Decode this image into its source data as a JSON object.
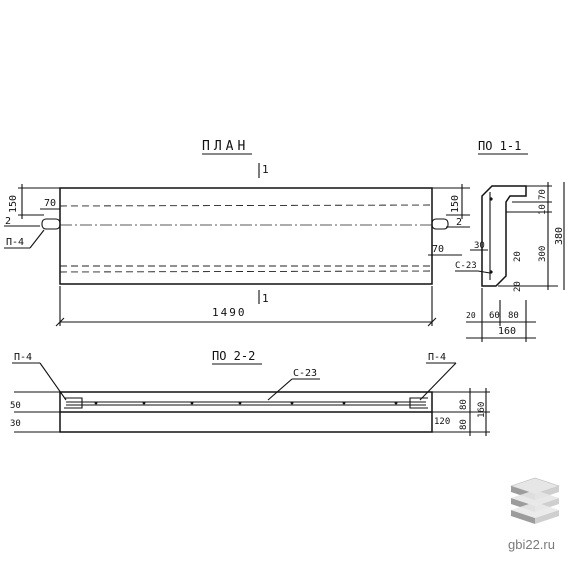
{
  "plan": {
    "title": "ПЛАН",
    "section_mark_top": "1",
    "section_mark_bottom": "1",
    "dim_length": "1490",
    "dim_left_150": "150",
    "dim_left_2": "2",
    "dim_loop_70": "70",
    "loop_label": "П-4",
    "dim_right_150": "150",
    "dim_right_2": "2",
    "dim_right_70": "70"
  },
  "section_1_1": {
    "title": "ПО 1-1",
    "dim_70": "70",
    "dim_10": "10",
    "dim_300": "300",
    "dim_380": "380",
    "dim_30": "30",
    "dim_20": "20",
    "dim_20b": "20",
    "mark_c23": "С-23",
    "dim_bottom_20": "20",
    "dim_60": "60",
    "dim_80": "80",
    "dim_160": "160"
  },
  "section_2_2": {
    "title": "ПО 2-2",
    "mark_c23": "С-23",
    "loop_left": "П-4",
    "loop_right": "П-4",
    "dim_left_50": "50",
    "dim_left_30": "30",
    "dim_right_80": "80",
    "dim_right_160": "160",
    "dim_right_80b": "80",
    "dim_right_120": "120"
  },
  "brand": {
    "text": "gbi22.ru",
    "icon": "stacked-slabs-icon"
  }
}
